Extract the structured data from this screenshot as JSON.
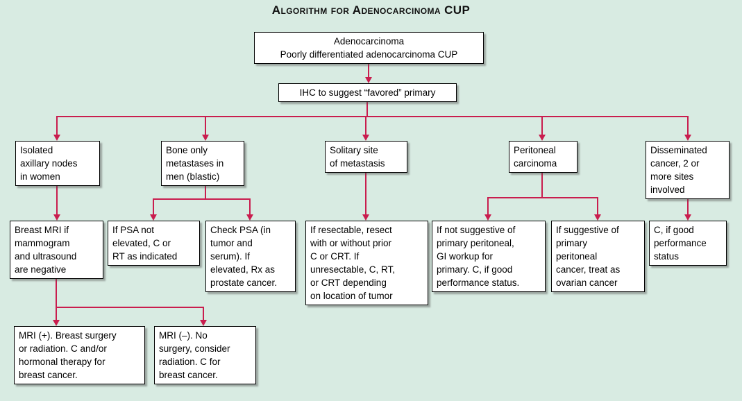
{
  "title": "Algorithm for Adenocarcinoma CUP",
  "colors": {
    "background": "#d8ebe2",
    "arrow": "#c91d4e",
    "box_background": "#ffffff",
    "box_border": "#000000"
  },
  "nodes": {
    "root": {
      "label": "Adenocarcinoma\nPoorly differentiated adenocarcinoma CUP"
    },
    "ihc": {
      "label": "IHC to suggest “favored” primary"
    },
    "isolated_axillary": {
      "label": "Isolated\naxillary nodes\nin women"
    },
    "bone_only": {
      "label": "Bone only\nmetastases in\nmen (blastic)"
    },
    "solitary_site": {
      "label": "Solitary site\nof metastasis"
    },
    "peritoneal": {
      "label": "Peritoneal\ncarcinoma"
    },
    "disseminated": {
      "label": "Disseminated\ncancer, 2 or\nmore sites\ninvolved"
    },
    "breast_mri": {
      "label": "Breast MRI if\nmammogram\nand ultrasound\nare negative"
    },
    "psa_not_elevated": {
      "label": "If PSA not\nelevated, C or\nRT as indicated"
    },
    "check_psa": {
      "label": "Check PSA (in\ntumor and\nserum). If\nelevated, Rx as\nprostate cancer."
    },
    "resectable": {
      "label": "If resectable, resect\nwith or without prior\nC or CRT. If\nunresectable, C, RT,\nor CRT depending\non location of tumor"
    },
    "gi_workup": {
      "label": "If not suggestive of\nprimary peritoneal,\nGI workup for\nprimary. C, if good\nperformance status."
    },
    "ovarian": {
      "label": "If suggestive of\nprimary\nperitoneal\ncancer, treat as\novarian cancer"
    },
    "c_if_good": {
      "label": "C, if good\nperformance\nstatus"
    },
    "mri_positive": {
      "label": "MRI (+). Breast surgery\nor radiation. C and/or\nhormonal therapy for\nbreast cancer."
    },
    "mri_negative": {
      "label": "MRI (–). No\nsurgery, consider\nradiation. C for\nbreast cancer."
    }
  }
}
